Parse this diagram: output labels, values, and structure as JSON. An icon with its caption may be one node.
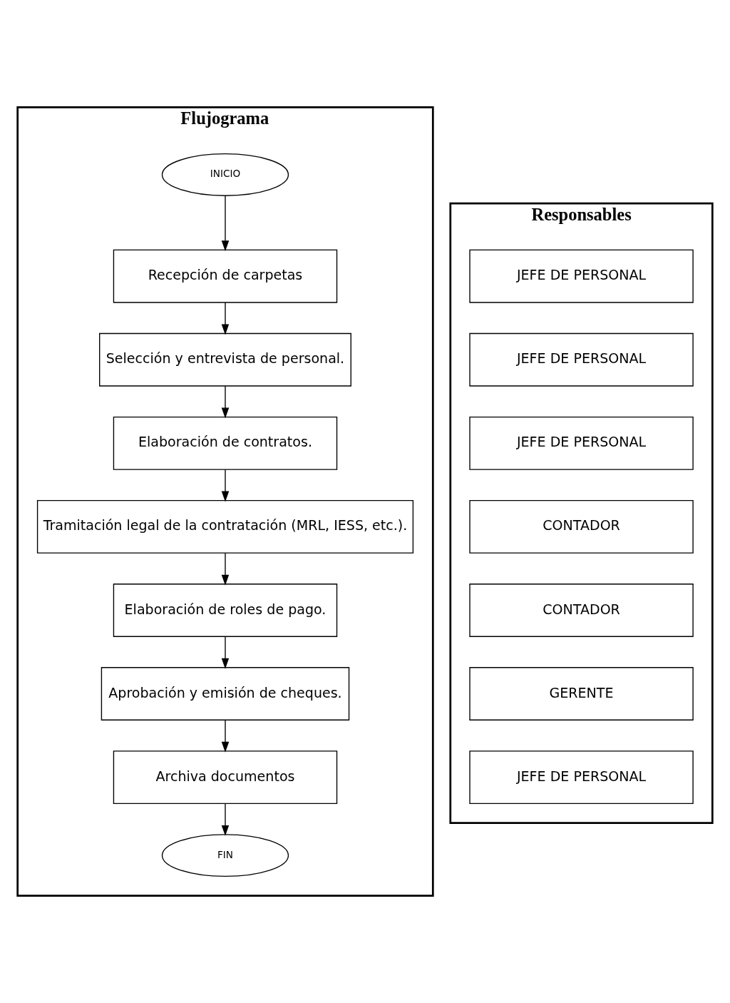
{
  "diagram": {
    "nodes": [
      {
        "text": [
          "Flujograma"
        ]
      },
      {
        "text": [
          "INICIO"
        ],
        "in": 0
      },
      {
        "text": [
          "Recepción de carpetas"
        ],
        "in": 0
      },
      {
        "text": [
          "Selección y entrevista de personal."
        ],
        "in": 0
      },
      {
        "text": [
          "Elaboración de contratos."
        ],
        "in": 0
      },
      {
        "text": [
          "Tramitación legal de la contratación (MRL, IESS, etc.)."
        ],
        "in": 0
      },
      {
        "text": [
          "Elaboración de roles de pago."
        ],
        "in": 0
      },
      {
        "text": [
          "Aprobación y emisión de cheques."
        ],
        "in": 0
      },
      {
        "text": [
          "Archiva documentos"
        ],
        "in": 0
      },
      {
        "text": [
          "FIN"
        ],
        "in": 0
      },
      {
        "text": [
          "Responsables"
        ]
      },
      {
        "text": [
          "JEFE DE PERSONAL"
        ],
        "in": 10
      },
      {
        "text": [
          "JEFE DE PERSONAL"
        ],
        "in": 10
      },
      {
        "text": [
          "JEFE DE PERSONAL"
        ],
        "in": 10
      },
      {
        "text": [
          "CONTADOR"
        ],
        "in": 10
      },
      {
        "text": [
          "CONTADOR"
        ],
        "in": 10
      },
      {
        "text": [
          "GERENTE"
        ],
        "in": 10
      },
      {
        "text": [
          "JEFE DE PERSONAL"
        ],
        "in": 10
      }
    ],
    "edges": [
      {
        "from": 1,
        "to": 2,
        "arrow": "to"
      },
      {
        "from": 2,
        "to": 3,
        "arrow": "to"
      },
      {
        "from": 3,
        "to": 4,
        "arrow": "to"
      },
      {
        "from": 4,
        "to": 5,
        "arrow": "to"
      },
      {
        "from": 5,
        "to": 6,
        "arrow": "to"
      },
      {
        "from": 6,
        "to": 7,
        "arrow": "to"
      },
      {
        "from": 7,
        "to": 8,
        "arrow": "to"
      },
      {
        "from": 8,
        "to": 9,
        "arrow": "to"
      }
    ]
  }
}
